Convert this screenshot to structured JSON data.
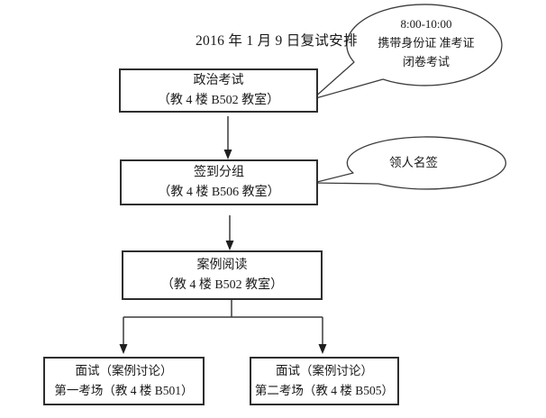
{
  "title": "2016 年 1 月 9 日复试安排",
  "flowchart": {
    "boxes": [
      {
        "step": "政治考试",
        "room": "（教 4 楼 B502 教室）"
      },
      {
        "step": "签到分组",
        "room": "（教 4 楼 B506 教室）"
      },
      {
        "step": "案例阅读",
        "room": "（教 4 楼 B502 教室）"
      },
      {
        "step": "面试（案例讨论）",
        "room": "第一考场（教 4 楼 B501）"
      },
      {
        "step": "面试（案例讨论）",
        "room": "第二考场（教 4 楼 B505）"
      }
    ],
    "callouts": [
      {
        "lines": [
          "8:00-10:00",
          "携带身份证 准考证",
          "闭卷考试"
        ]
      },
      {
        "lines": [
          "领人名签"
        ]
      }
    ]
  },
  "colors": {
    "background": "#ffffff",
    "line": "#3c3c3c",
    "box_border": "#2e2e2e",
    "text": "#1a1a1a"
  }
}
